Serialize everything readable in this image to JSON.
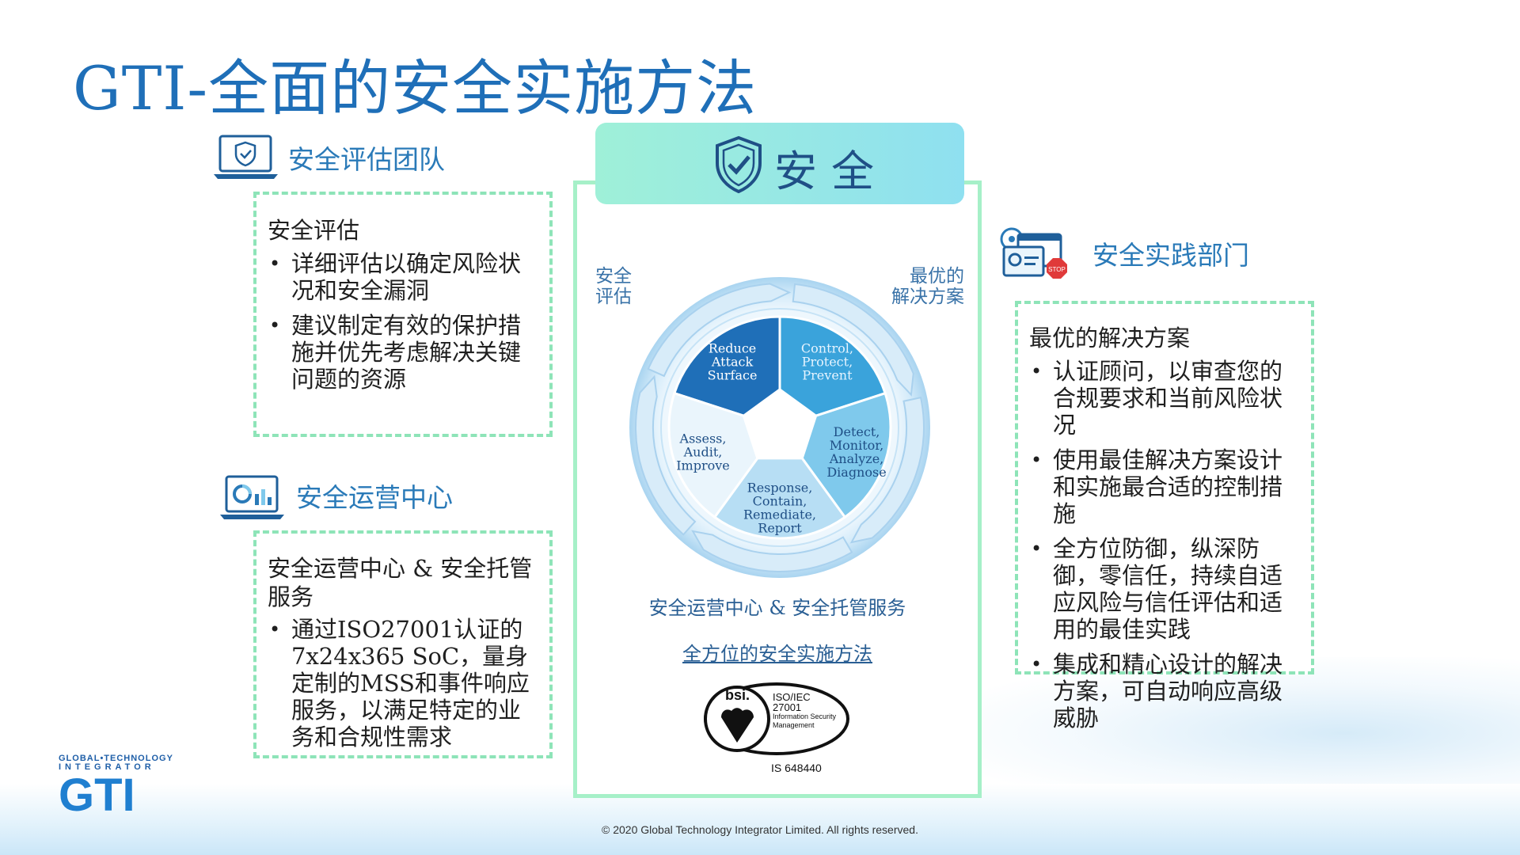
{
  "title": "GTI-全面的安全实施方法",
  "left_top": {
    "heading": "安全评估团队",
    "icon": "laptop-shield-icon",
    "panel_title": "安全评估",
    "bullets": [
      "详细评估以确定风险状况和安全漏洞",
      "建议制定有效的保护措施并优先考虑解决关键问题的资源"
    ]
  },
  "left_bottom": {
    "heading": "安全运营中心",
    "icon": "laptop-dashboard-icon",
    "panel_title": "安全运营中心 & 安全托管服务",
    "bullets": [
      "通过ISO27001认证的7x24x365 SoC，量身定制的MSS和事件响应服务，以满足特定的业务和合规性需求"
    ]
  },
  "right": {
    "heading": "安全实践部门",
    "icon": "settings-stop-icon",
    "panel_title": "最优的解决方案",
    "bullets": [
      "认证顾问，以审查您的合规要求和当前风险状况",
      "使用最佳解决方案设计和实施最合适的控制措施",
      "全方位防御，纵深防御，零信任，持续自适应风险与信任评估和适用的最佳实践",
      "集成和精心设计的解决方案，可自动响应高级威胁"
    ]
  },
  "center": {
    "banner": "安全",
    "banner_icon": "shield-check-icon",
    "left_label_1": "安全",
    "left_label_2": "评估",
    "right_label_1": "最优的",
    "right_label_2": "解决方案",
    "wheel": [
      {
        "lines": [
          "Reduce",
          "Attack",
          "Surface"
        ],
        "color": "#1f6fb8",
        "text_color": "#ffffff"
      },
      {
        "lines": [
          "Control,",
          "Protect,",
          "Prevent"
        ],
        "color": "#3aa3db",
        "text_color": "#e6f4ff"
      },
      {
        "lines": [
          "Detect,",
          "Monitor,",
          "Analyze,",
          "Diagnose"
        ],
        "color": "#7fc9ec",
        "text_color": "#1f4f86"
      },
      {
        "lines": [
          "Response,",
          "Contain,",
          "Remediate,",
          "Report"
        ],
        "color": "#b7def4",
        "text_color": "#1f4f86"
      },
      {
        "lines": [
          "Assess,",
          "Audit,",
          "Improve"
        ],
        "color": "#eaf5fc",
        "text_color": "#1f4f86"
      }
    ],
    "subtitle": "安全运营中心 & 安全托管服务",
    "link": "全方位的安全实施方法",
    "cert_brand": "bsi.",
    "cert_line1": "ISO/IEC",
    "cert_line2": "27001",
    "cert_line3": "Information Security",
    "cert_line4": "Management",
    "cert_number": "IS 648440"
  },
  "logo": {
    "line1": "GLOBAL•TECHNOLOGY",
    "line2": "INTEGRATOR",
    "big": "GTI"
  },
  "copyright": "© 2020 Global Technology Integrator Limited. All rights reserved."
}
